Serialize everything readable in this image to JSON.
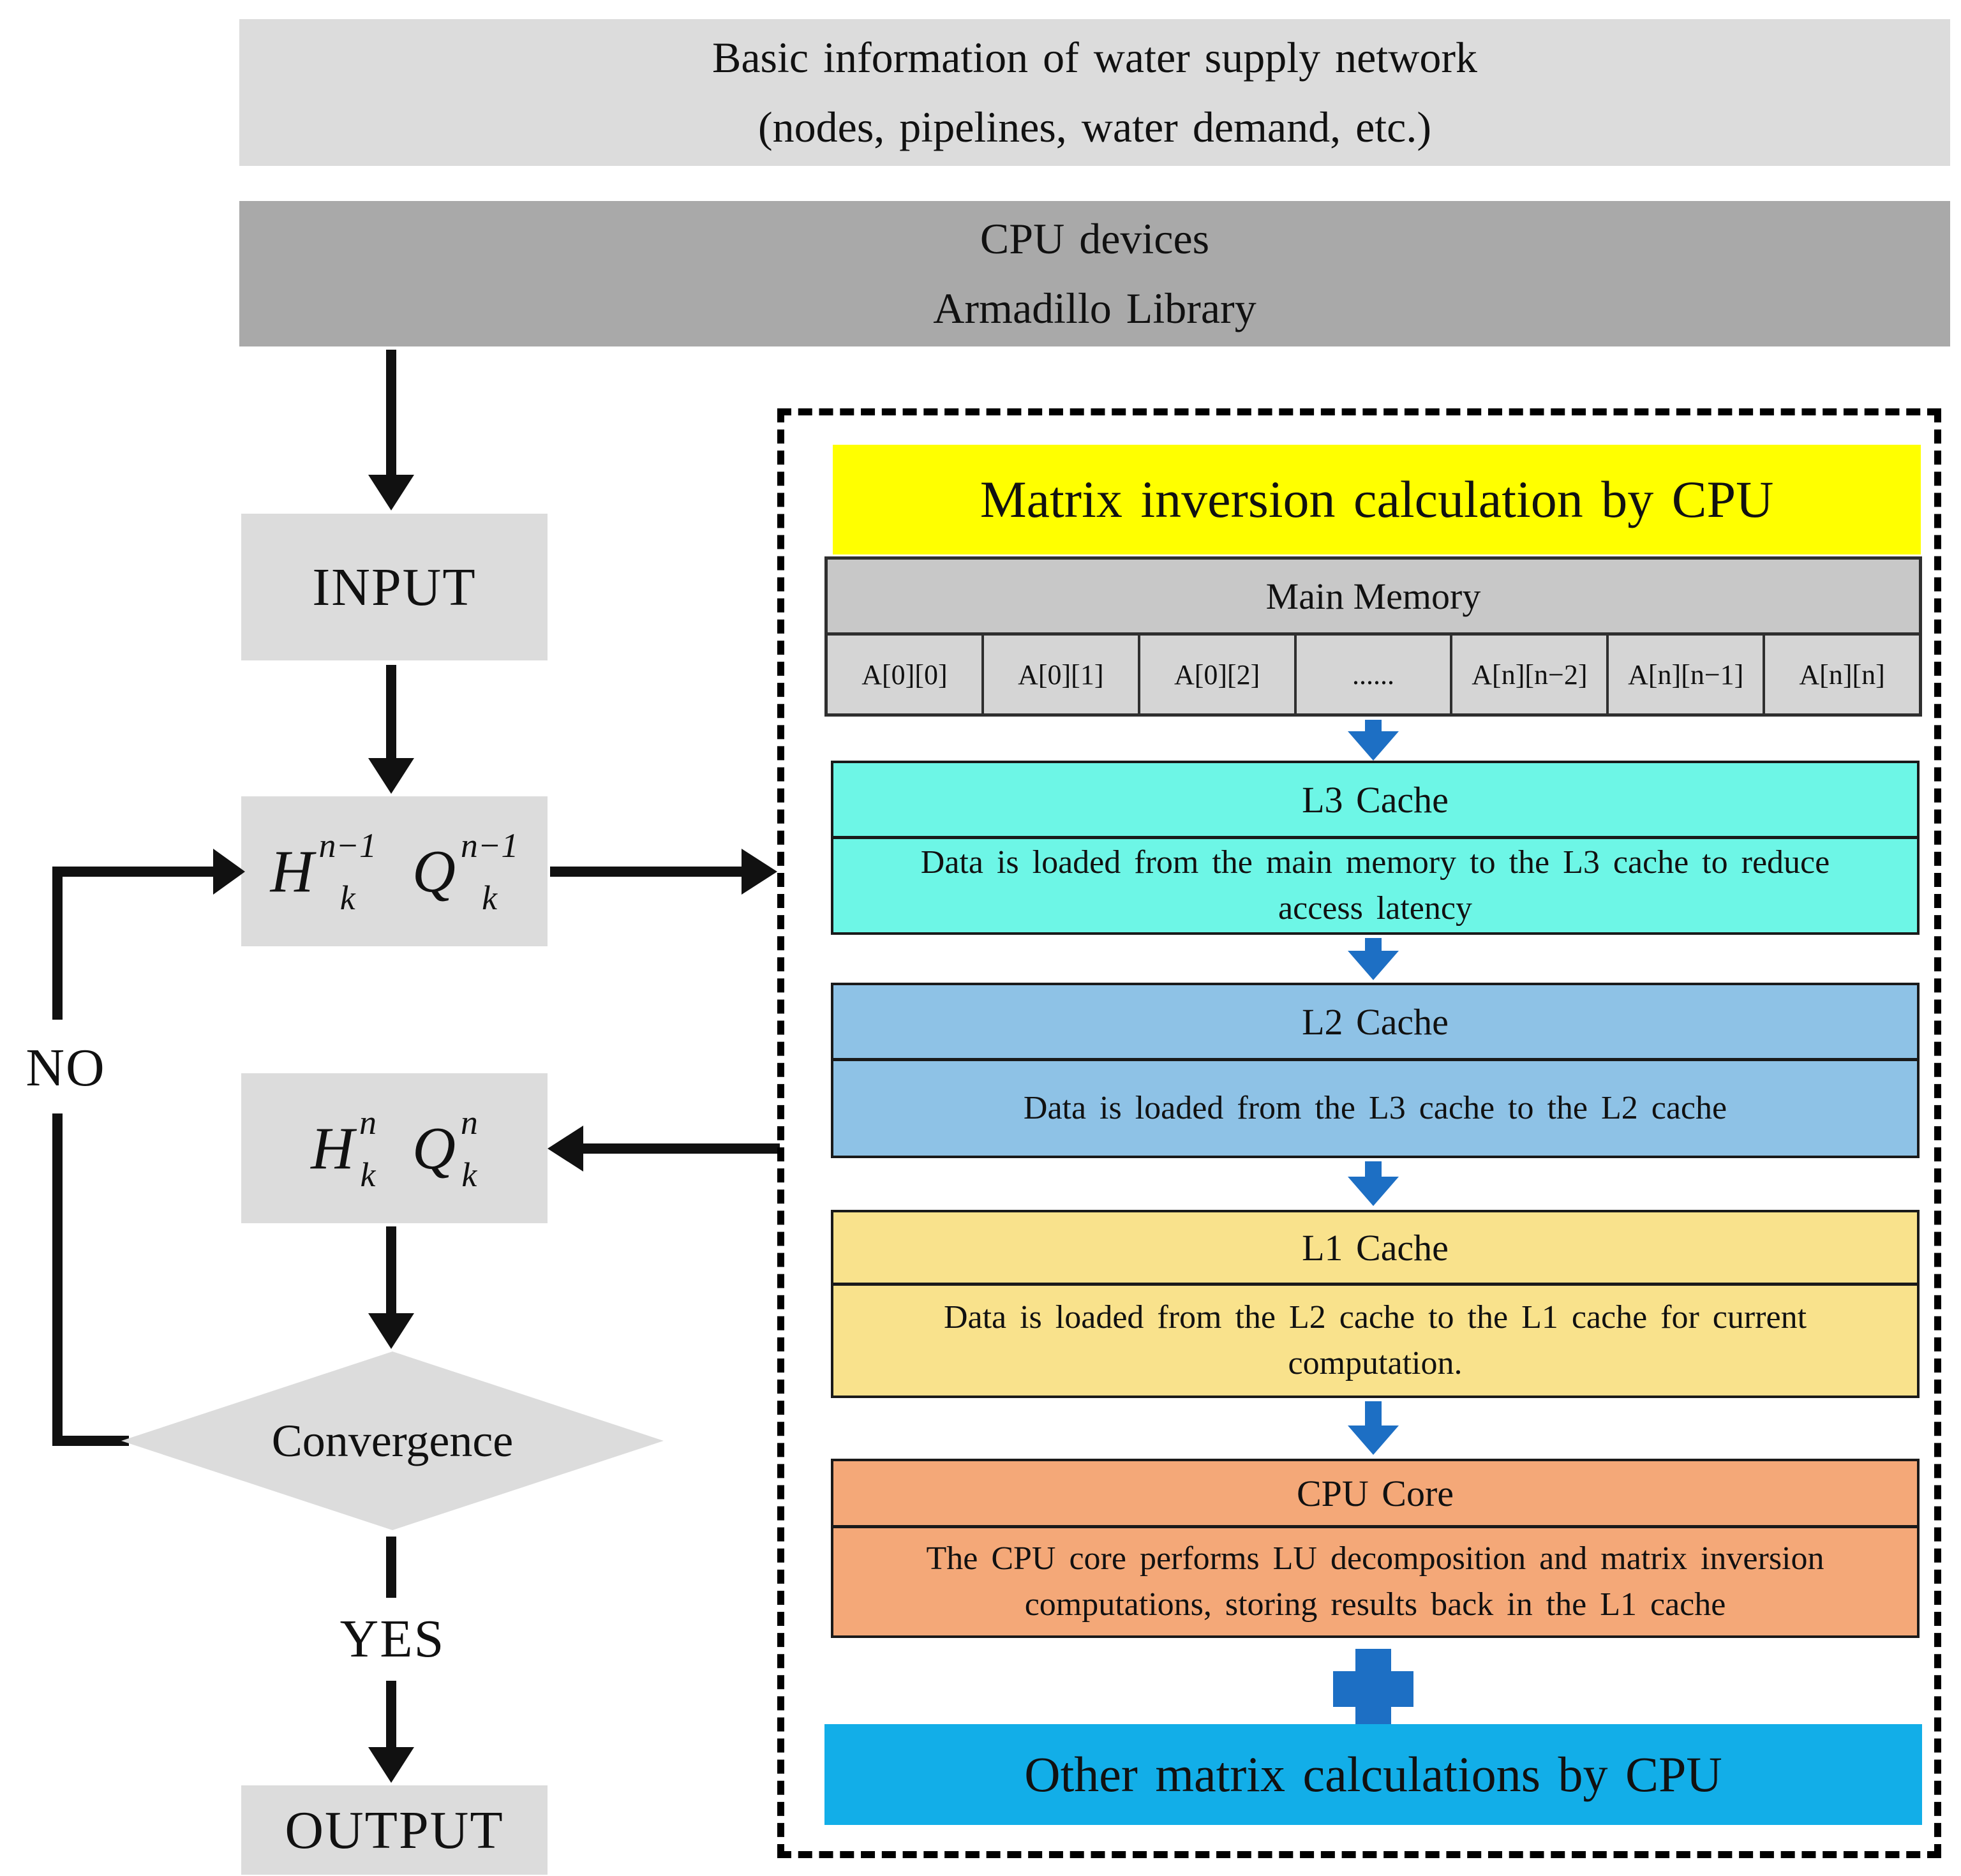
{
  "colors": {
    "box_gray": "#dcdcdc",
    "box_dark_gray": "#a9a9a9",
    "panel_title_yellow": "#ffff00",
    "memory_header_gray": "#c8c8c8",
    "memory_cell_gray": "#d5d5d5",
    "l3_cache_cyan": "#6df6e6",
    "l2_cache_blue": "#8ec2e6",
    "l1_cache_yellow": "#f9e28c",
    "cpu_core_orange": "#f4a878",
    "other_calc_blue": "#12aee8",
    "flow_arrow_black": "#111111",
    "data_arrow_blue": "#1d6fc4"
  },
  "top_box": {
    "line1": "Basic information of water supply network",
    "line2": "(nodes, pipelines, water demand, etc.)"
  },
  "device_box": {
    "line1": "CPU devices",
    "line2": "Armadillo Library"
  },
  "flow": {
    "input_label": "INPUT",
    "prev": {
      "h_base": "H",
      "h_sup": "n−1",
      "h_sub": "k",
      "q_base": "Q",
      "q_sup": "n−1",
      "q_sub": "k"
    },
    "curr": {
      "h_base": "H",
      "h_sup": "n",
      "h_sub": "k",
      "q_base": "Q",
      "q_sup": "n",
      "q_sub": "k"
    },
    "no_label": "NO",
    "convergence_label": "Convergence",
    "yes_label": "YES",
    "output_label": "OUTPUT"
  },
  "cpu_panel": {
    "title": "Matrix inversion calculation by CPU",
    "memory": {
      "header": "Main Memory",
      "cells": [
        "A[0][0]",
        "A[0][1]",
        "A[0][2]",
        "......",
        "A[n][n−2]",
        "A[n][n−1]",
        "A[n][n]"
      ]
    },
    "caches": [
      {
        "name": "L3 Cache",
        "desc": "Data is loaded from the main memory to the L3 cache to reduce access latency"
      },
      {
        "name": "L2 Cache",
        "desc": "Data is loaded from the L3 cache to the L2 cache"
      },
      {
        "name": "L1 Cache",
        "desc": "Data is loaded from the L2 cache to the L1 cache for current computation."
      },
      {
        "name": "CPU Core",
        "desc": "The CPU core performs LU decomposition and matrix inversion computations, storing results back in the L1 cache"
      }
    ],
    "plus_icon": "plus",
    "other_box_label": "Other matrix calculations by CPU"
  }
}
